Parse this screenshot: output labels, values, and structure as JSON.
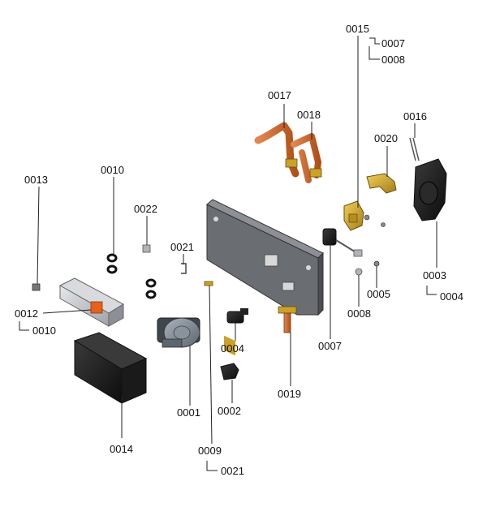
{
  "labels": {
    "p0001": "0001",
    "p0002": "0002",
    "p0003": "0003",
    "p0004a": "0004",
    "p0004b": "0004",
    "p0005": "0005",
    "p0007a": "0007",
    "p0007b": "0007",
    "p0008a": "0008",
    "p0008b": "0008",
    "p0009": "0009",
    "p0010a": "0010",
    "p0010b": "0010",
    "p0012": "0012",
    "p0013": "0013",
    "p0014": "0014",
    "p0015": "0015",
    "p0016": "0016",
    "p0017": "0017",
    "p0018": "0018",
    "p0019": "0019",
    "p0020": "0020",
    "p0021a": "0021",
    "p0021b": "0021",
    "p0022": "0022"
  },
  "colors": {
    "copper": "#c8642a",
    "brass": "#c9a227",
    "dark_part": "#222222",
    "grey_part": "#9aa0a6",
    "frame": "#5a5d62",
    "accent_orange": "#e8601c"
  }
}
